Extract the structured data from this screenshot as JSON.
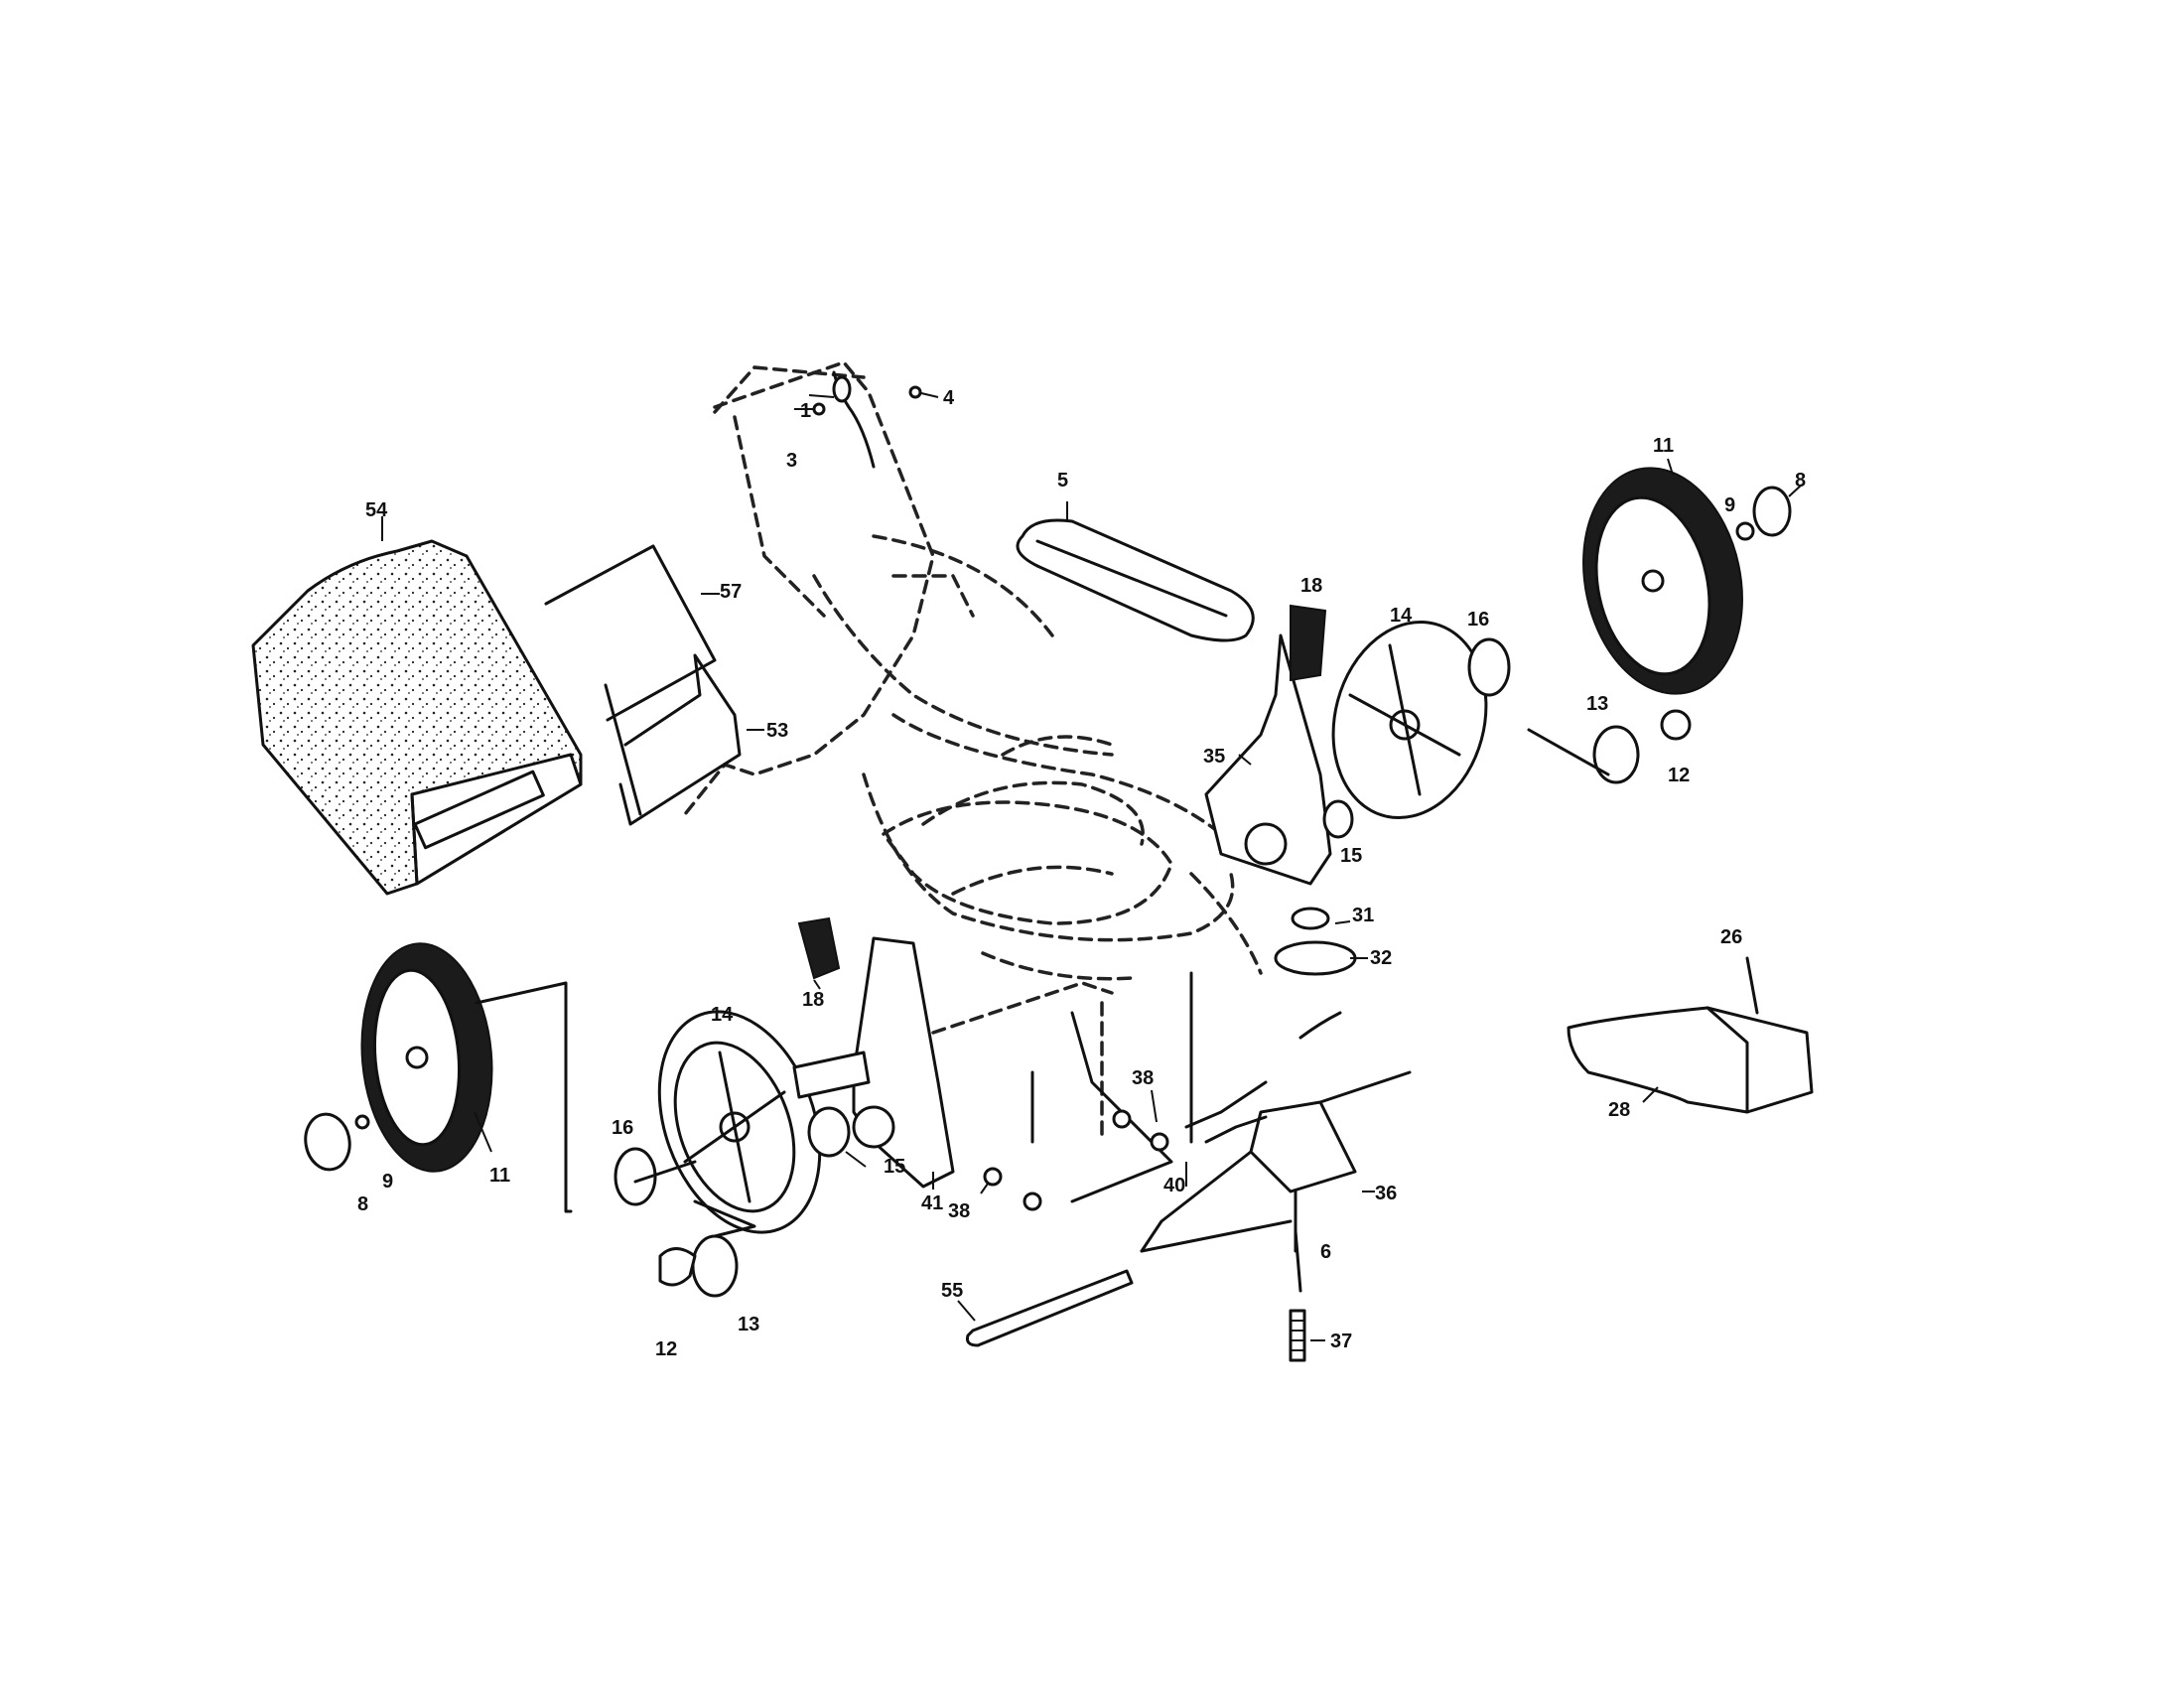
{
  "callouts": [
    {
      "id": "c1",
      "text": "1"
    },
    {
      "id": "c3",
      "text": "3"
    },
    {
      "id": "c4",
      "text": "4"
    },
    {
      "id": "c5",
      "text": "5"
    },
    {
      "id": "c54",
      "text": "54"
    },
    {
      "id": "c57",
      "text": "57"
    },
    {
      "id": "c53",
      "text": "53"
    },
    {
      "id": "c18a",
      "text": "18"
    },
    {
      "id": "c14a",
      "text": "14"
    },
    {
      "id": "c16a",
      "text": "16"
    },
    {
      "id": "c11a",
      "text": "11"
    },
    {
      "id": "c9a",
      "text": "9"
    },
    {
      "id": "c8a",
      "text": "8"
    },
    {
      "id": "c13a",
      "text": "13"
    },
    {
      "id": "c12a",
      "text": "12"
    },
    {
      "id": "c35",
      "text": "35"
    },
    {
      "id": "c15a",
      "text": "15"
    },
    {
      "id": "c31",
      "text": "31"
    },
    {
      "id": "c32",
      "text": "32"
    },
    {
      "id": "c26",
      "text": "26"
    },
    {
      "id": "c28",
      "text": "28"
    },
    {
      "id": "c18b",
      "text": "18"
    },
    {
      "id": "c14b",
      "text": "14"
    },
    {
      "id": "c16b",
      "text": "16"
    },
    {
      "id": "c11b",
      "text": "11"
    },
    {
      "id": "c9b",
      "text": "9"
    },
    {
      "id": "c8b",
      "text": "8"
    },
    {
      "id": "c15b",
      "text": "15"
    },
    {
      "id": "c41",
      "text": "41"
    },
    {
      "id": "c38a",
      "text": "38"
    },
    {
      "id": "c38b",
      "text": "38"
    },
    {
      "id": "c40",
      "text": "40"
    },
    {
      "id": "c36",
      "text": "36"
    },
    {
      "id": "c6",
      "text": "6"
    },
    {
      "id": "c37",
      "text": "37"
    },
    {
      "id": "c55",
      "text": "55"
    },
    {
      "id": "c13b",
      "text": "13"
    },
    {
      "id": "c12b",
      "text": "12"
    }
  ]
}
